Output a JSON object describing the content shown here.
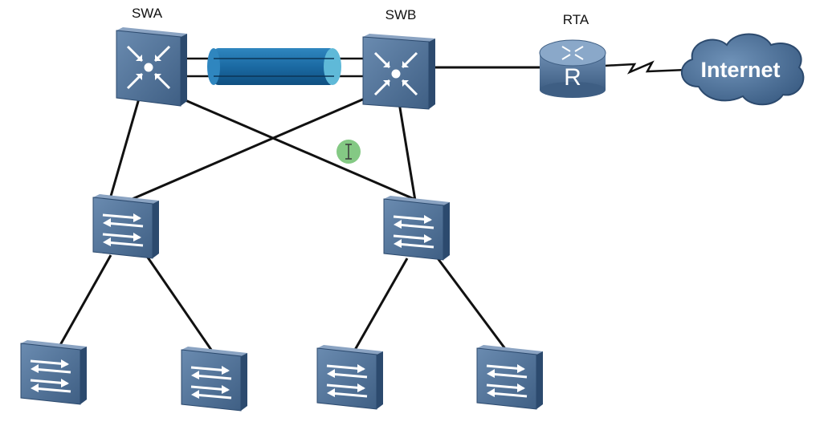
{
  "labels": {
    "swa": "SWA",
    "swb": "SWB",
    "rta": "RTA",
    "internet": "Internet"
  },
  "router_glyph": "R",
  "colors": {
    "device_face": "#4f6f93",
    "device_top": "#7c97b8",
    "device_side": "#2c4a6e",
    "stack_cable": "#1b6aa3",
    "stack_cable_end": "#5fb9d8",
    "cloud": "#4c6f95",
    "cursor_dot": "#6fbf6f"
  },
  "icons": {
    "core_switch": "layer3-switch-icon",
    "access_switch": "layer2-switch-icon",
    "router": "router-icon",
    "cloud": "internet-cloud-icon",
    "cursor": "text-cursor-icon"
  }
}
